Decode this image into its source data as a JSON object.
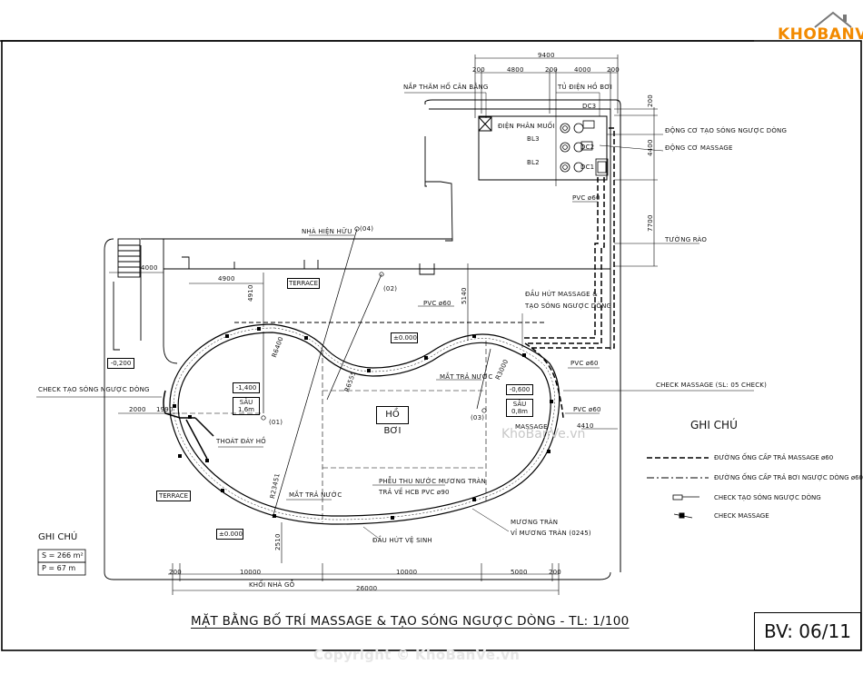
{
  "logo": {
    "text": "KHOBANVE"
  },
  "title": "MẶT BẰNG BỐ TRÍ MASSAGE & TẠO SÓNG NGƯỢC DÒNG - TL: 1/100",
  "sheet_number": "BV: 06/11",
  "copyright": "Copyright © KhoBanVe.vn",
  "watermark": "KhoBanVe.vn",
  "notes_left": {
    "heading": "GHI CHÚ",
    "area": "S = 266 m²",
    "perimeter": "P = 67 m"
  },
  "legend": {
    "heading": "GHI CHÚ",
    "items": [
      "ĐƯỜNG ỐNG CẤP TRẢ MASSAGE ø60",
      "ĐƯỜNG ỐNG CẤP TRẢ BƠI NGƯỢC DÒNG ø60",
      "CHECK TẠO SÓNG NGƯỢC DÒNG",
      "CHECK MASSAGE"
    ]
  },
  "dimensions": {
    "top_total": "9400",
    "top_a": "4800",
    "top_b": "4000",
    "top_end_a": "200",
    "top_end_b": "200",
    "top_end_c": "200",
    "right_200": "200",
    "right_4400": "4400",
    "right_7700": "7700",
    "left_4000": "4000",
    "d_4900": "4900",
    "d_4910": "4910",
    "d_5140": "5140",
    "d_2000": "2000",
    "d_1990": "1990",
    "d_4410": "4410",
    "d_2510": "2510",
    "bottom_200a": "200",
    "bottom_10000a": "10000",
    "bottom_10000b": "10000",
    "bottom_5000": "5000",
    "bottom_200b": "200",
    "bottom_total": "26000",
    "r1": "R6400",
    "r2": "R6555",
    "r3": "R3000",
    "r4": "R23451"
  },
  "labels": {
    "nap_tham": "NẮP THĂM HỐ CÂN BẰNG",
    "tu_dien": "TỦ ĐIỆN HỒ BƠI",
    "dien_phan": "ĐIỆN PHÂN MUỐI",
    "dc3": "DC3",
    "dc2": "DC2",
    "dc1": "DC1",
    "bl3": "BL3",
    "bl2": "BL2",
    "dong_co_song": "ĐỘNG CƠ TẠO SÓNG NGƯỢC DÒNG",
    "dong_co_massage": "ĐỘNG CƠ MASSAGE",
    "pvc_top": "PVC ø60",
    "tuong_rao": "TƯỜNG RÀO",
    "nha_hien_huu": "NHÀ HIỆN HỮU",
    "p04": "(04)",
    "p02": "(02)",
    "p01": "(01)",
    "p03": "(03)",
    "terrace_top": "TERRACE",
    "terrace_bottom": "TERRACE",
    "pvc_mid": "PVC ø60",
    "dau_hut": "ĐẦU HÚT MASSAGE &",
    "dau_hut2": "TẠO SÓNG NGƯỢC DÒNG",
    "pvc_right1": "PVC ø60",
    "pvc_right2": "PVC ø60",
    "check_massage": "CHECK MASSAGE (SL: 05 CHECK)",
    "massage": "MASSAGE",
    "mat_tra_nuoc1": "MẮT TRẢ NƯỚC",
    "mat_tra_nuoc2": "MẮT TRẢ NƯỚC",
    "ho_boi": "HỒ BƠI",
    "check_tao_song": "CHECK TẠO SÓNG NGƯỢC DÒNG",
    "thoat_day_ho": "THOÁT ĐÁY HỒ",
    "phieu_thu": "PHỄU THU NƯỚC MƯƠNG TRÀN",
    "phieu_thu2": "TRẢ VỀ HCB PVC ø90",
    "muong_tran": "MƯƠNG TRÀN",
    "vi_muong_tran": "VỈ MƯƠNG TRÀN (0245)",
    "dau_hut_ve_sinh": "ĐẦU HÚT VỆ SINH",
    "khoi_nha_go": "KHỐI NHÀ GỖ",
    "elev_0_top": "±0.000",
    "elev_0_bottom": "±0.000",
    "elev_m0200": "-0,200",
    "elev_m1400": "-1,400",
    "sau_16": "SÂU 1,6m",
    "elev_m0600": "-0,600",
    "sau_08": "SÂU 0,8m"
  }
}
